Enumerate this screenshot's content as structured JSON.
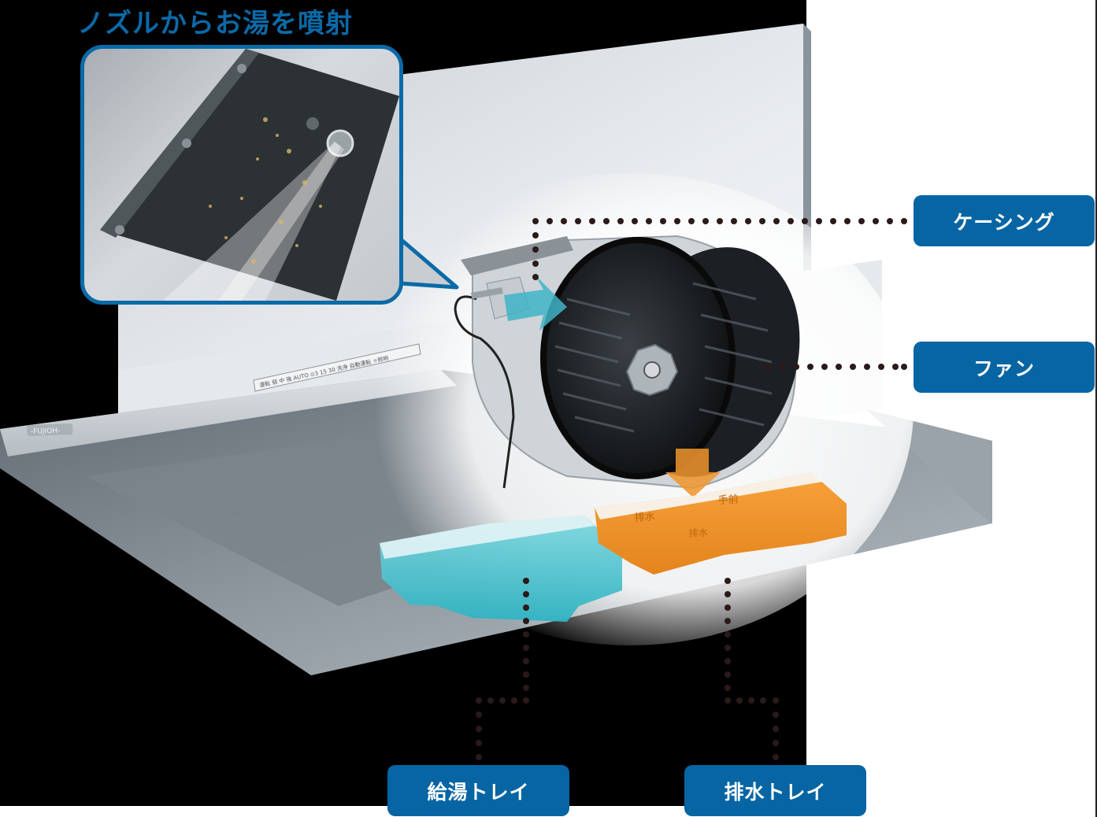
{
  "title": "ノズルからお湯を噴射",
  "brand_plate": "-FUJIOH-",
  "labels": {
    "casing": "ケーシング",
    "fan": "ファン",
    "supply_tray": "給湯トレイ",
    "drain_tray": "排水トレイ"
  },
  "tray_markings": {
    "drain_a": "排水",
    "front": "手前",
    "drain_b": "排水"
  },
  "control_panel": {
    "items": [
      "運転",
      "弱",
      "中",
      "強",
      "AUTO",
      "3",
      "15",
      "30",
      "洗浄",
      "自動運転",
      "照明"
    ]
  },
  "colors": {
    "label_bg": "#0765a3",
    "title": "#0a6aa8",
    "supply_tray": "#3fc0cc",
    "drain_tray": "#f0952a",
    "leader_dots": "#2a1a1a"
  }
}
